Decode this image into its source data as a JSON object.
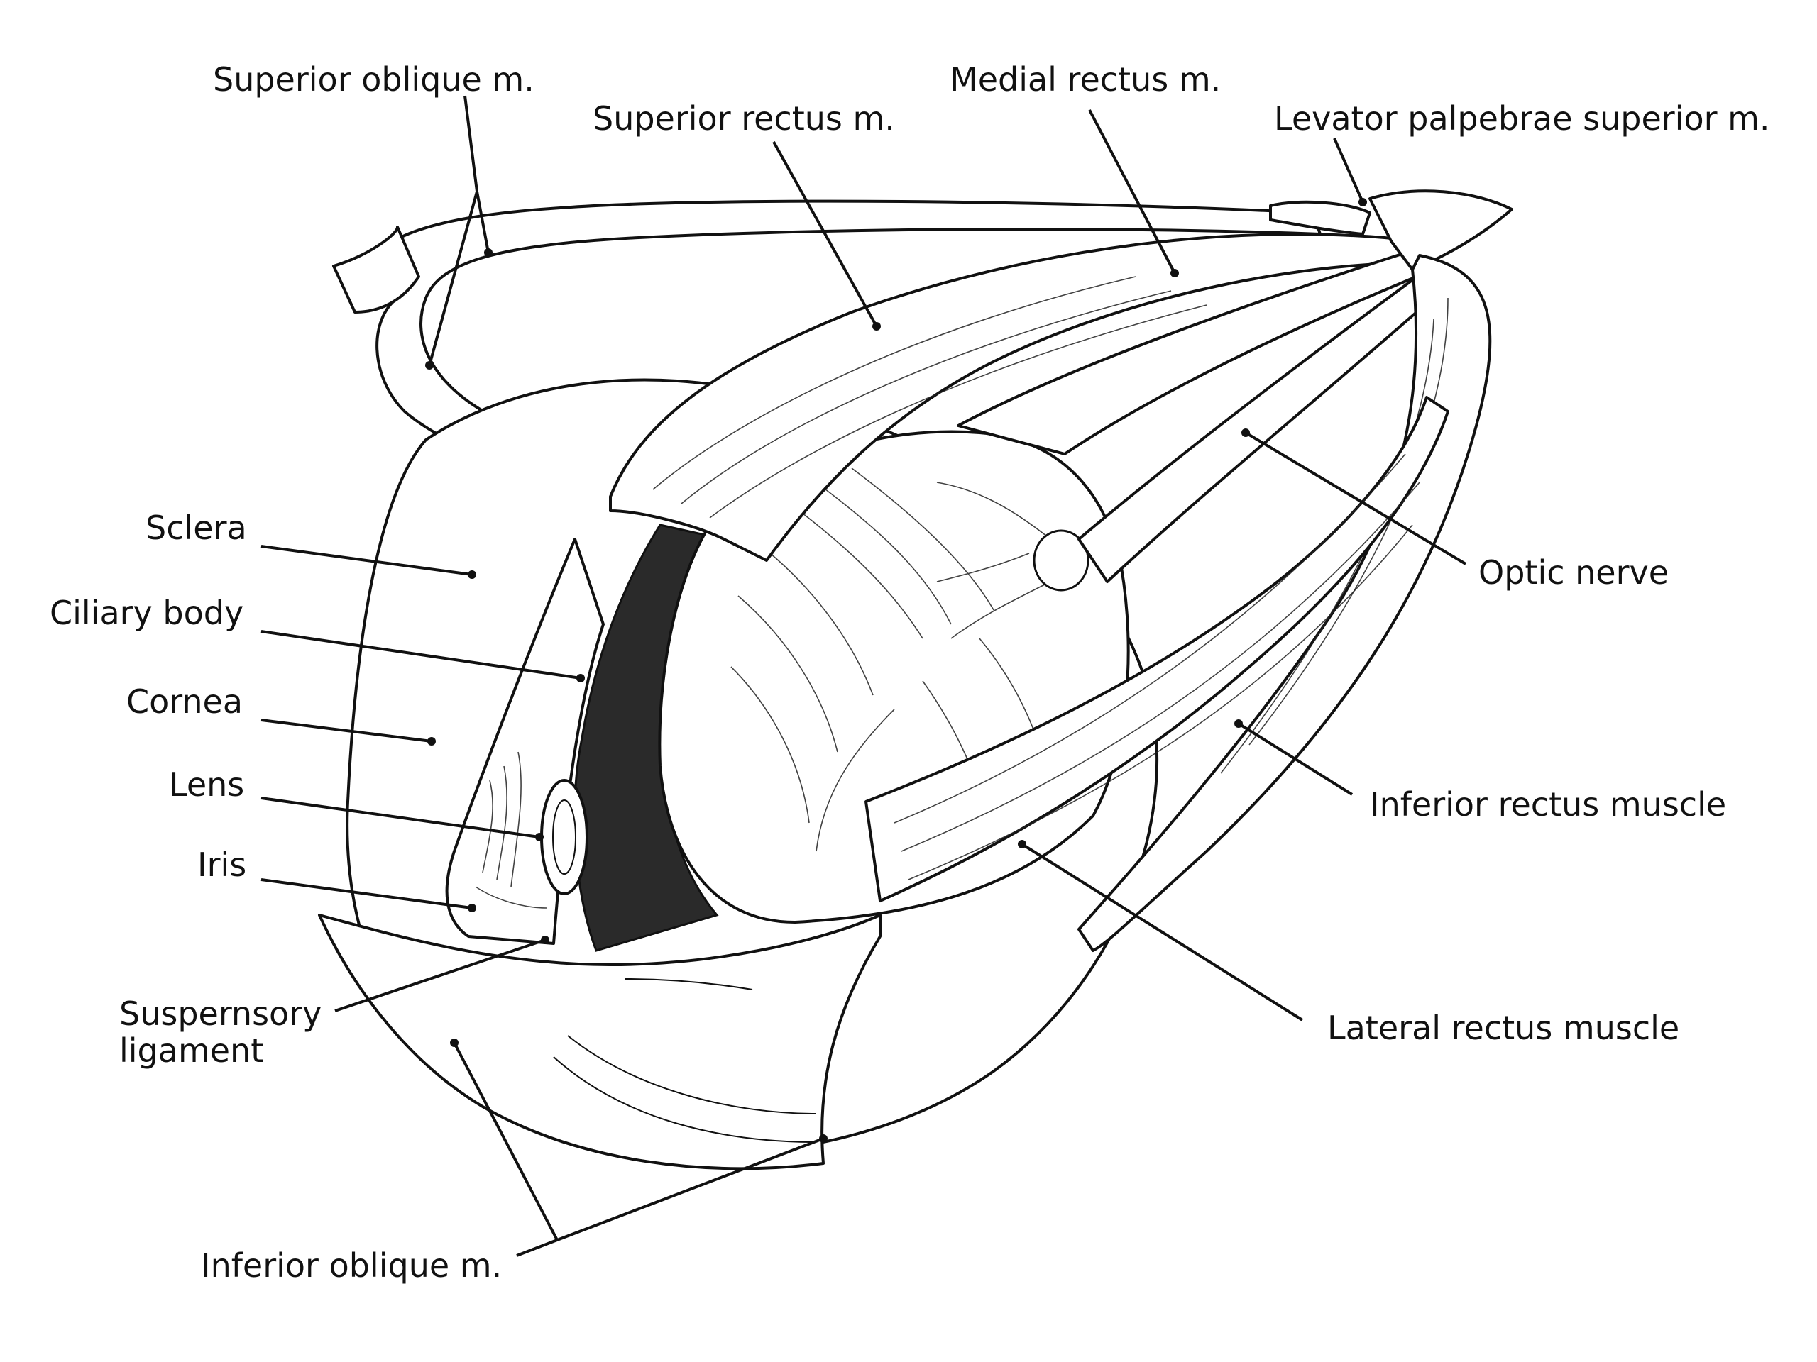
{
  "labels": {
    "superior_oblique": "Superior oblique m.",
    "superior_rectus": "Superior rectus m.",
    "medial_rectus": "Medial rectus m.",
    "levator": "Levator palpebrae superior m.",
    "sclera": "Sclera",
    "ciliary_body": "Ciliary body",
    "cornea": "Cornea",
    "lens": "Lens",
    "iris": "Iris",
    "suspensory_line1": "Suspernsory",
    "suspensory_line2": "ligament",
    "optic_nerve": "Optic nerve",
    "inferior_rectus": "Inferior rectus muscle",
    "lateral_rectus": "Lateral rectus muscle",
    "inferior_oblique": "Inferior oblique m."
  }
}
